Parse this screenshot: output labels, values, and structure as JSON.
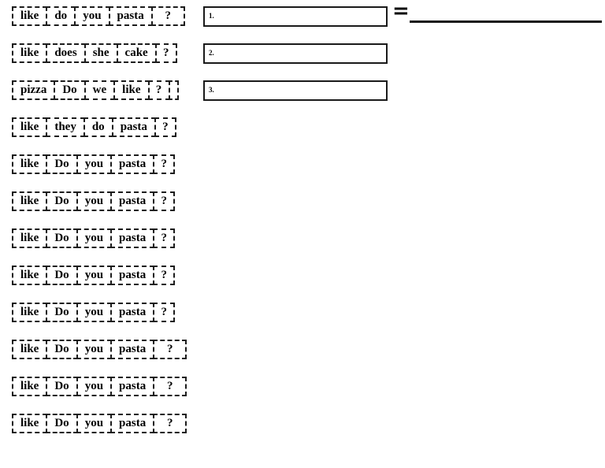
{
  "page": {
    "background": "#ffffff",
    "ink": "#000000",
    "kind": "word-order worksheet"
  },
  "worksheet": {
    "equals_sign": "=",
    "rows": [
      {
        "tiles": [
          "like",
          "do",
          "you",
          "pasta",
          "?"
        ],
        "q_wide": true,
        "answer_number": "1.",
        "equals_line": true
      },
      {
        "tiles": [
          "like",
          "does",
          "she",
          "cake",
          "?"
        ],
        "q_wide": false,
        "answer_number": "2."
      },
      {
        "tiles": [
          "pizza",
          "Do",
          "we",
          "like",
          "?"
        ],
        "q_wide": false,
        "answer_number": "3.",
        "end_sliver": true
      },
      {
        "tiles": [
          "like",
          "they",
          "do",
          "pasta",
          "?"
        ],
        "q_wide": false
      },
      {
        "tiles": [
          "like",
          "Do",
          "you",
          "pasta",
          "?"
        ],
        "q_wide": false
      },
      {
        "tiles": [
          "like",
          "Do",
          "you",
          "pasta",
          "?"
        ],
        "q_wide": false
      },
      {
        "tiles": [
          "like",
          "Do",
          "you",
          "pasta",
          "?"
        ],
        "q_wide": false
      },
      {
        "tiles": [
          "like",
          "Do",
          "you",
          "pasta",
          "?"
        ],
        "q_wide": false
      },
      {
        "tiles": [
          "like",
          "Do",
          "you",
          "pasta",
          "?"
        ],
        "q_wide": false
      },
      {
        "tiles": [
          "like",
          "Do",
          "you",
          "pasta",
          "?"
        ],
        "q_wide": true
      },
      {
        "tiles": [
          "like",
          "Do",
          "you",
          "pasta",
          "?"
        ],
        "q_wide": true
      },
      {
        "tiles": [
          "like",
          "Do",
          "you",
          "pasta",
          "?"
        ],
        "q_wide": true
      }
    ]
  }
}
